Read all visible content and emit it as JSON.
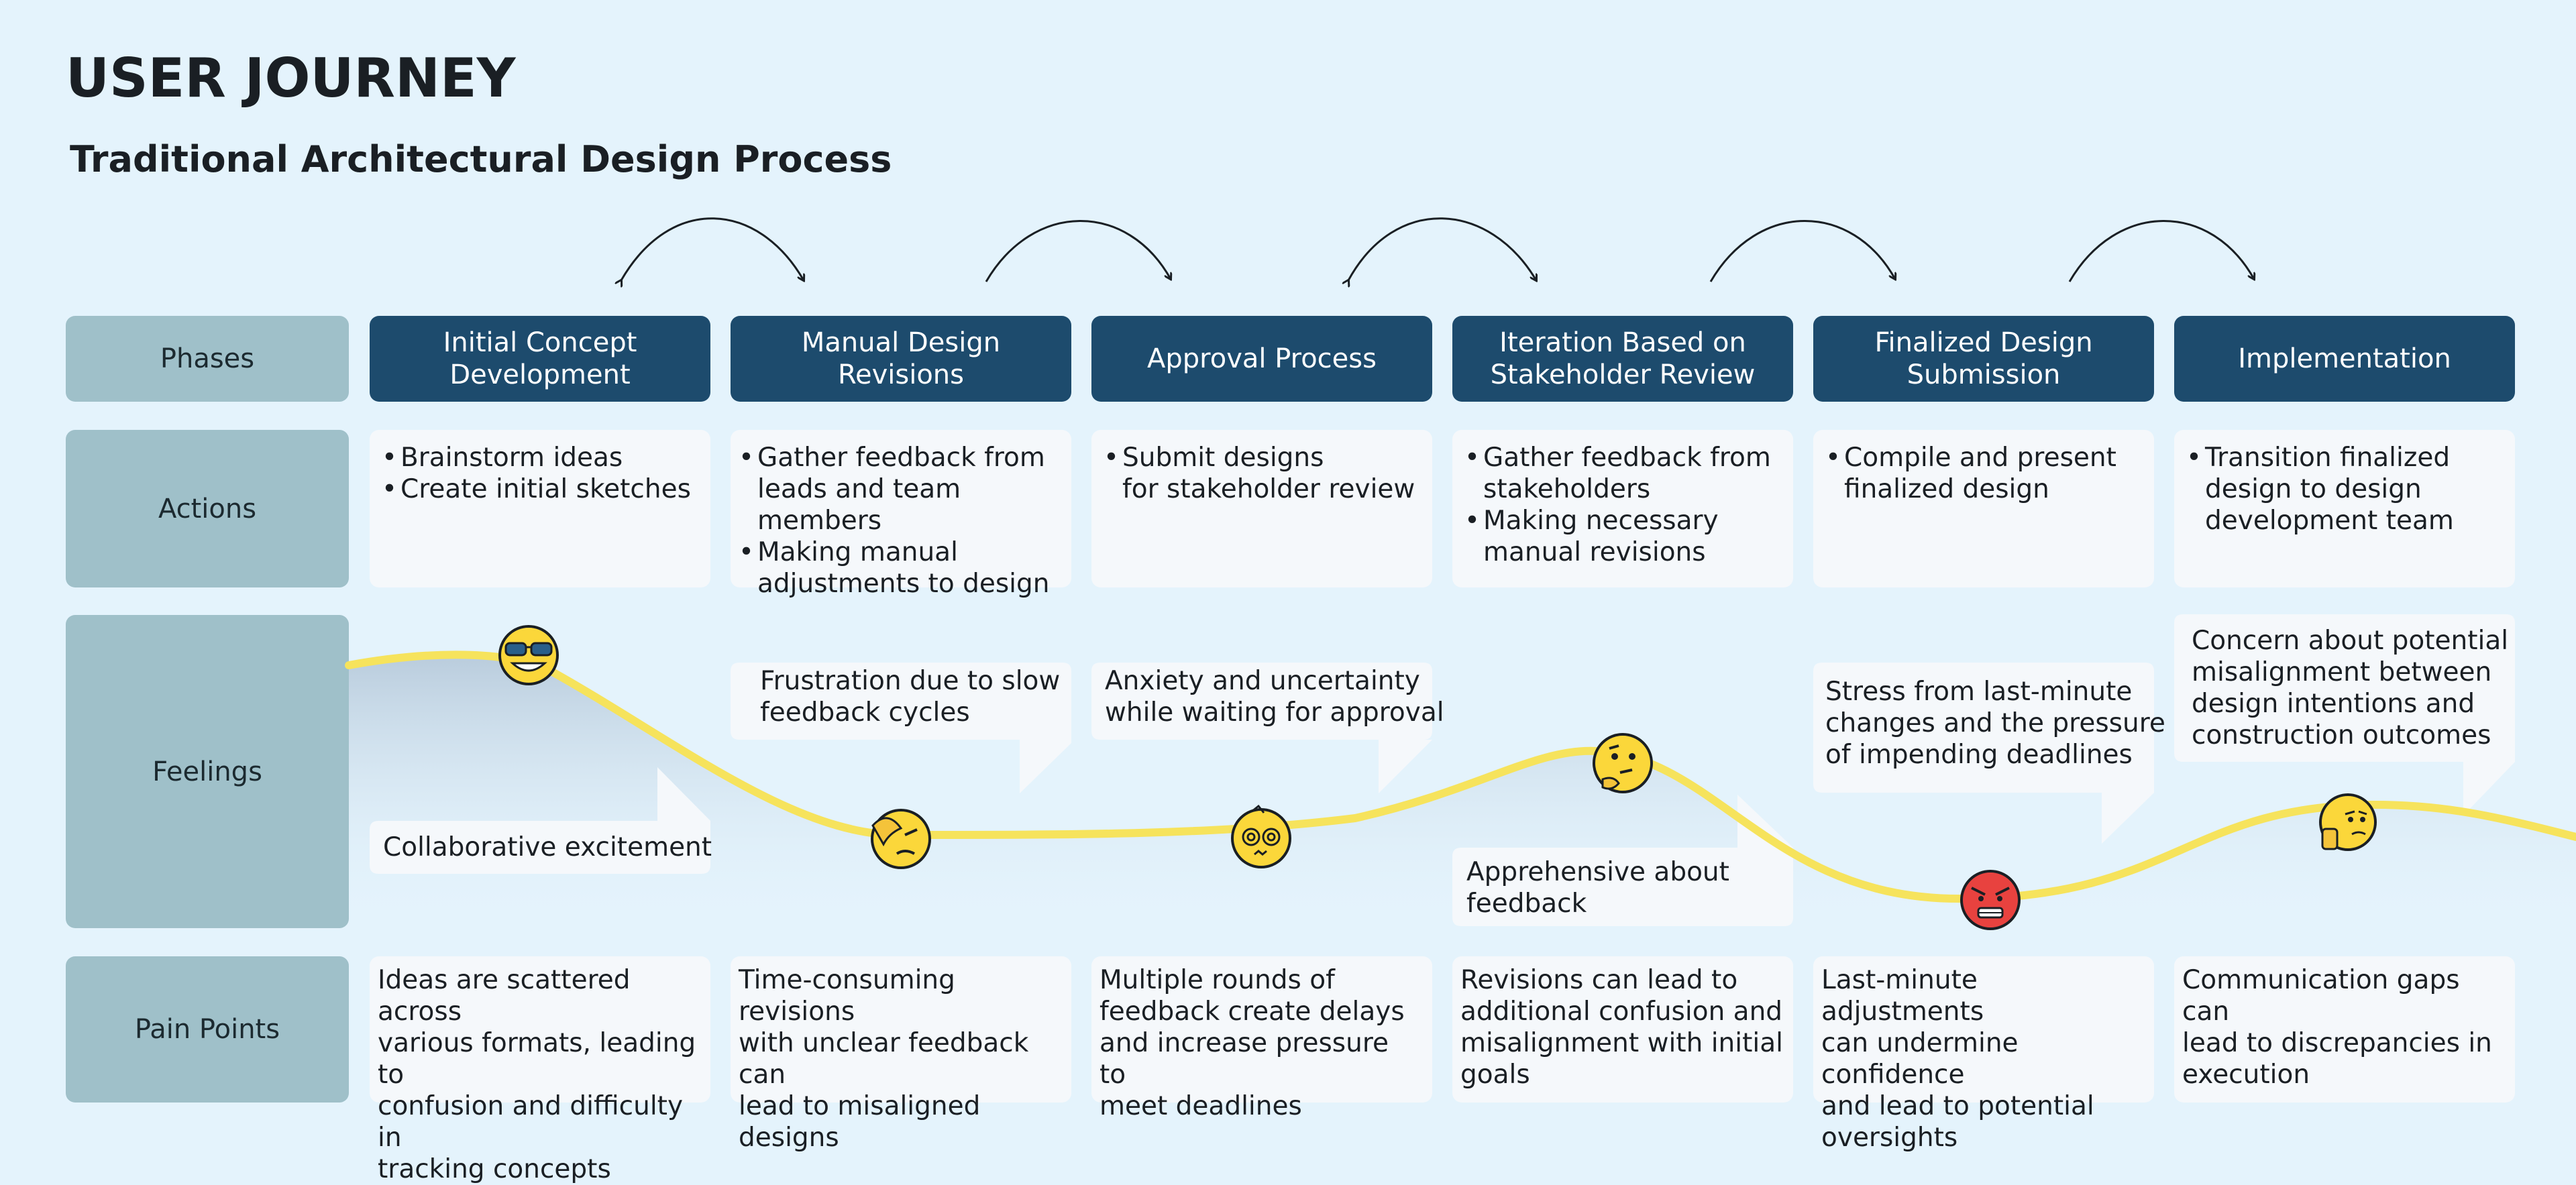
{
  "title": "USER JOURNEY",
  "subtitle": "Traditional Architectural Design Process",
  "rows": {
    "phases": "Phases",
    "actions": "Actions",
    "feelings": "Feelings",
    "pain_points": "Pain Points"
  },
  "phases": [
    "Initial Concept\nDevelopment",
    "Manual Design\nRevisions",
    "Approval Process",
    "Iteration Based on\nStakeholder Review",
    "Finalized Design\nSubmission",
    "Implementation"
  ],
  "actions": [
    [
      "Brainstorm ideas",
      "Create initial sketches"
    ],
    [
      "Gather feedback from\nleads and team members",
      "Making manual\nadjustments to design"
    ],
    [
      "Submit designs\nfor stakeholder review"
    ],
    [
      "Gather feedback from\nstakeholders",
      "Making necessary\nmanual revisions"
    ],
    [
      "Compile and present\nfinalized design"
    ],
    [
      "Transition finalized\ndesign to design\ndevelopment team"
    ]
  ],
  "feelings": [
    {
      "text": "Collaborative excitement",
      "emoji": "cool-sunglasses-face"
    },
    {
      "text": "Frustration due to slow\nfeedback cycles",
      "emoji": "facepalm-face"
    },
    {
      "text": "Anxiety and uncertainty\nwhile waiting for approval",
      "emoji": "dizzy-face"
    },
    {
      "text": "Apprehensive about\nfeedback",
      "emoji": "thinking-face"
    },
    {
      "text": "Stress from last-minute\nchanges and the pressure\nof impending deadlines",
      "emoji": "angry-face"
    },
    {
      "text": "Concern about potential\nmisalignment between\ndesign intentions and\nconstruction outcomes",
      "emoji": "thumbs-down-face"
    }
  ],
  "pain_points": [
    "Ideas are scattered across\nvarious formats, leading to\nconfusion and difficulty in\ntracking concepts",
    "Time-consuming revisions\nwith unclear feedback can\nlead to misaligned designs",
    "Multiple rounds of\nfeedback create delays\nand increase pressure to\nmeet deadlines",
    "Revisions can lead to\nadditional confusion and\nmisalignment with initial\ngoals",
    "Last-minute adjustments\ncan undermine confidence\nand lead to potential\noversights",
    "Communication gaps can\nlead to discrepancies in\nexecution"
  ],
  "colors": {
    "background": "#e4f3fc",
    "row_label": "#9fc0c9",
    "phase_header": "#1d4b6d",
    "card": "#f5f8fb",
    "emotion_curve": "#f6e35c"
  }
}
